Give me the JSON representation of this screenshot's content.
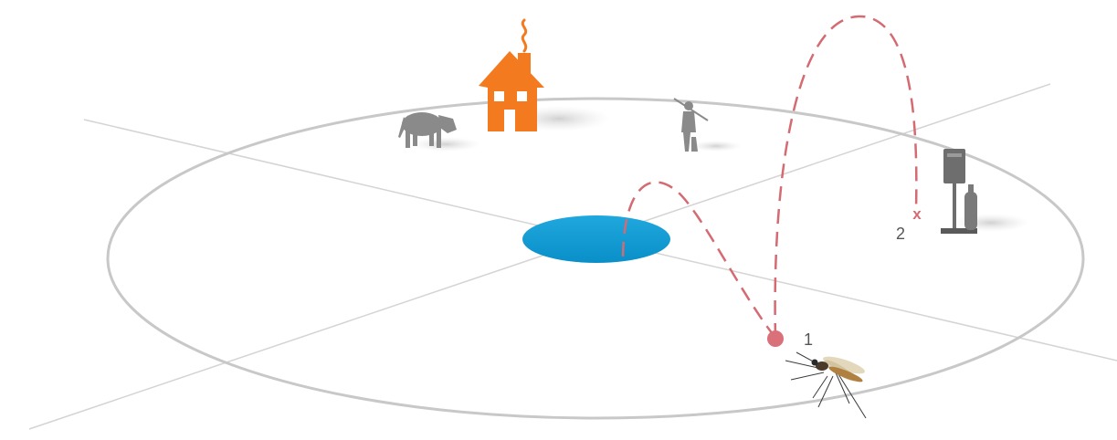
{
  "diagram": {
    "markers": [
      {
        "label": "1"
      },
      {
        "label": "2"
      }
    ],
    "end_marker_symbol": "x",
    "icons": [
      "house-icon",
      "cow-icon",
      "farmer-icon",
      "trap-icon",
      "gas-cylinder-icon",
      "pond-icon",
      "mosquito-icon"
    ],
    "colors": {
      "house": "#f47a20",
      "pond": "#0a9bd6",
      "flight_path": "#d46a72",
      "ellipse": "#c8c8c8",
      "silhouette": "#8a8a8a"
    }
  }
}
